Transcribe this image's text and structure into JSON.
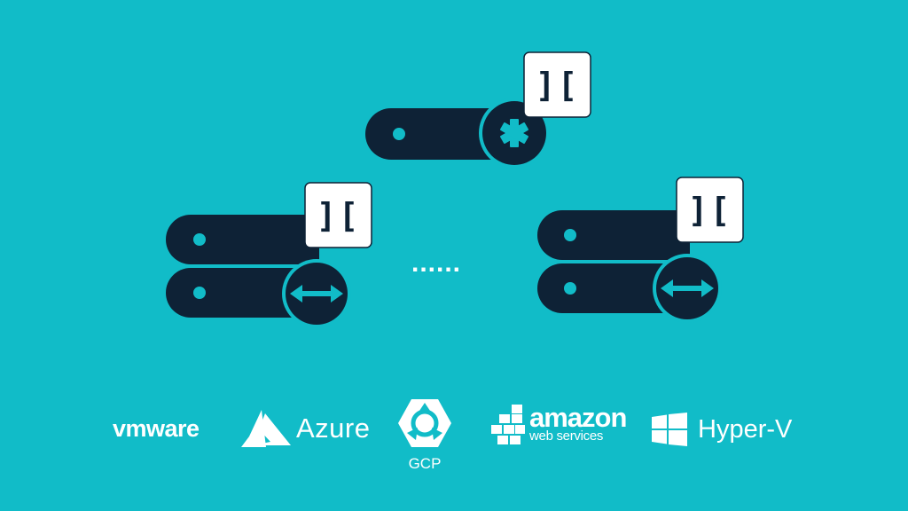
{
  "nodes": [
    {
      "id": "top-node",
      "label": "][",
      "icon": "asterisk-icon"
    },
    {
      "id": "left-node",
      "label": "][",
      "icon": "double-arrow-icon"
    },
    {
      "id": "right-node",
      "label": "][",
      "icon": "double-arrow-icon"
    }
  ],
  "ellipsis": "......",
  "logos": {
    "vmware": "vmware",
    "azure": "Azure",
    "gcp": "GCP",
    "aws_main": "amazon",
    "aws_sub": "web services",
    "hyperv": "Hyper-V"
  },
  "colors": {
    "background": "#11BCC8",
    "server": "#0E2236",
    "badge": "#FFFFFF",
    "accent": "#11BCC8"
  }
}
